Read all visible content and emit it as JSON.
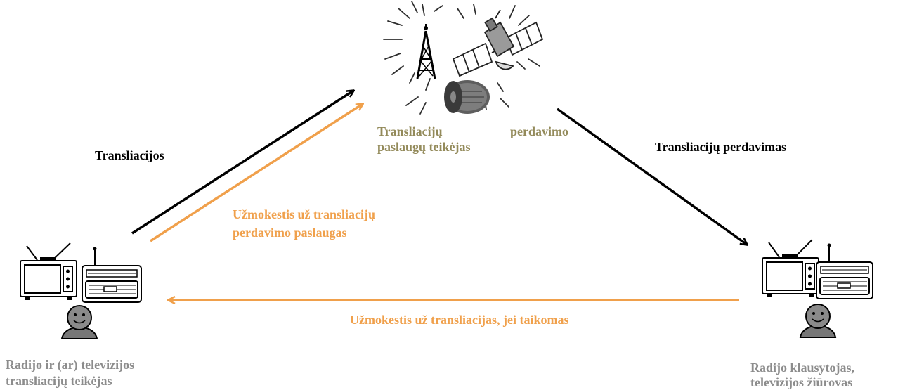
{
  "colors": {
    "black": "#000000",
    "orange": "#f0a04b",
    "olive": "#938a5a",
    "grey": "#8c8c8c"
  },
  "nodes": {
    "provider": {
      "line1": "Transliacijų perdavimo",
      "line2": "paslaugų teikėjas",
      "icons": [
        "radio-tower-icon",
        "satellite-icon",
        "cable-reel-icon"
      ]
    },
    "broadcaster": {
      "line1": "Radijo ir (ar) televizijos",
      "line2": "transliacijų teikėjas",
      "icons": [
        "tv-icon",
        "radio-icon",
        "person-icon"
      ]
    },
    "audience": {
      "line1": "Radijo klausytojas,",
      "line2": "televizijos žiūrovas",
      "icons": [
        "tv-icon",
        "radio-icon",
        "person-icon"
      ]
    }
  },
  "edges": {
    "broadcasts": "Transliacijos",
    "fee_for_retransmission_line1": "Užmokestis už transliacijų",
    "fee_for_retransmission_line2": "perdavimo paslaugas",
    "retransmission": "Transliacijų perdavimas",
    "fee_for_broadcasts": "Užmokestis už transliacijas, jei taikomas"
  }
}
